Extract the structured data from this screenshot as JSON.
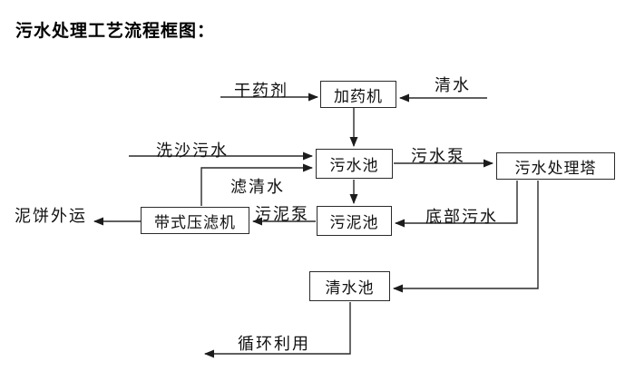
{
  "title": "污水处理工艺流程框图：",
  "diagram": {
    "nodes": {
      "dosing_machine": "加药机",
      "sewage_pool": "污水池",
      "treatment_tower": "污水处理塔",
      "sludge_pool": "污泥池",
      "belt_filter_press": "带式压滤机",
      "clean_water_pool": "清水池"
    },
    "labels": {
      "dry_chemical": "干药剂",
      "clean_water": "清水",
      "sand_washing_sewage": "洗沙污水",
      "filtered_water": "滤清水",
      "sewage_pump": "污水泵",
      "bottom_sewage": "底部污水",
      "sludge_pump": "污泥泵",
      "mud_cake_out": "泥饼外运",
      "recycle": "循环利用"
    }
  },
  "colors": {
    "line": "#2a2a2a",
    "text": "#111111",
    "background": "#ffffff"
  }
}
